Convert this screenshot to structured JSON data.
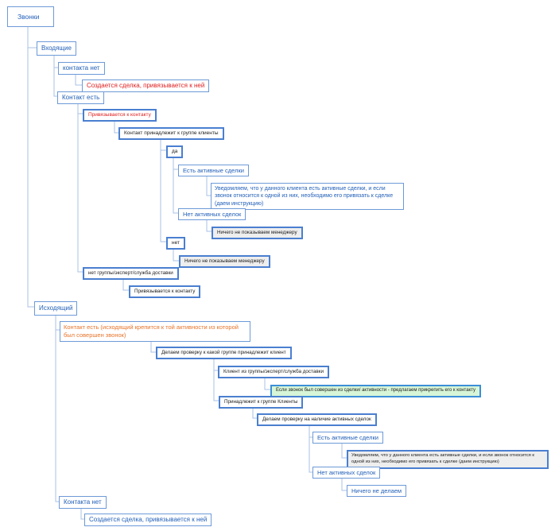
{
  "nodes": {
    "root": "Звонки",
    "incoming": "Входящие",
    "in_no_contact": "контакта нет",
    "in_no_contact_create": "Создается сделка,  привязывается к ней",
    "in_contact_exists": "Контакт есть",
    "in_bind_contact": "Привязывается к контакту",
    "in_contact_group_clients": "Контакт принадлежит к группе клиенты",
    "in_yes": "да",
    "in_active_deals": "Есть активные сделки",
    "in_notify": "Уведомляем,  что у данного клиента есть активные сделки, и если звонок относится к одной из них,  необходимо его привязать к сделке (даем инструкцию)",
    "in_no_active_deals": "Нет активных сделок",
    "in_nothing_show_1": "Ничего не показываем менеджеру",
    "in_no": "нет",
    "in_nothing_show_2": "Ничего не показываем менеджеру",
    "in_no_group": "нет группы/эксперт/служба доставки",
    "in_no_group_bind": "Привязывается к контакту",
    "outgoing": "Исходящий",
    "out_contact_exists": "Контакт есть (исходящий крепится к той  активности из которой  был совершен звонок)",
    "out_check_group": "Делаем проверку к  какой группе принадлежит клиент",
    "out_client_group": "Клиент из  группы/эксперт/служба доставки",
    "out_suggest_attach": "Если звонок был совершен из сделки/ активности - предлагаем прикрепить его к контакту",
    "out_belongs_clients": "Принадлежит к группе Клиенты",
    "out_check_active": "Делаем проверку на наличие активных сделок",
    "out_active_deals": "Есть активные сделки",
    "out_notify": "Уведомляем,  что у данного клиента есть активные сделки, и если звонок относится к одной из них,  необходимо его привязать к сделке (даем инструкцию)",
    "out_no_active_deals": "Нет активных сделок",
    "out_do_nothing": "Ничего не делаем",
    "out_no_contact": "Контакта нет",
    "out_no_contact_create": "Создается сделка,  привязывается к ней"
  },
  "colors": {
    "border": "#6d9ad8",
    "text_blue": "#2360b8",
    "text_red": "#e02020",
    "text_orange": "#e8742a",
    "highlight_green": "#d7f5d7",
    "highlight_grey": "#eeeeee"
  }
}
